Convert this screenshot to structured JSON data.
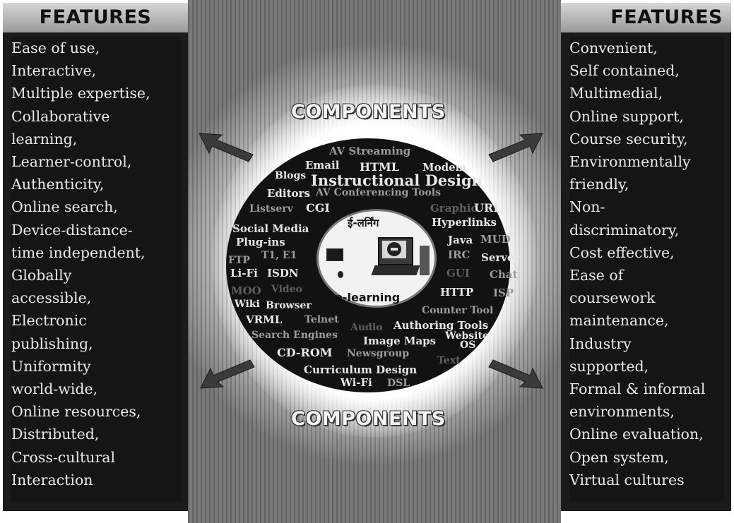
{
  "left_panel": {
    "heading": "FEATURES",
    "items": [
      "Ease of use,",
      "Interactive,",
      "Multiple expertise,",
      "Collaborative",
      "learning,",
      "Learner-control,",
      "Authenticity,",
      "Online search,",
      "Device-distance-",
      "time independent,",
      "Globally",
      "accessible,",
      "Electronic",
      "publishing,",
      "Uniformity",
      "world-wide,",
      "Online resources,",
      "Distributed,",
      "Cross-cultural",
      "Interaction"
    ]
  },
  "right_panel": {
    "heading": "FEATURES",
    "items": [
      "Convenient,",
      "Self contained,",
      "Multimedial,",
      "Online support,",
      "Course security,",
      "Environmentally",
      "friendly,",
      "Non-",
      "discriminatory,",
      "Cost effective,",
      "Ease of",
      "coursework",
      "maintenance,",
      "Industry",
      "supported,",
      "Formal & informal",
      "environments,",
      "Online evaluation,",
      "Open system,",
      "Virtual cultures"
    ]
  },
  "center": {
    "top_title": "COMPONENTS",
    "bottom_title": "COMPONENTS",
    "hub_script": "ई-लर्निंग",
    "hub_label": "e-learning",
    "words": [
      "AV Streaming",
      "Email",
      "HTML",
      "Modem",
      "Blogs",
      "Instructional Design",
      "Editors",
      "AV Conferencing Tools",
      "Listserv",
      "CGI",
      "Graphic",
      "URL",
      "Hyperlinks",
      "Social Media",
      "Java",
      "MUD",
      "Plug-ins",
      "IRC",
      "Server",
      "FTP",
      "T1, E1",
      "Li-Fi",
      "ISDN",
      "GUI",
      "Chat",
      "MOO",
      "Video",
      "HTTP",
      "ISP",
      "Wiki",
      "Browser",
      "Counter Tool",
      "VRML",
      "Telnet",
      "Audio",
      "Authoring Tools",
      "Search Engines",
      "Image Maps",
      "Website",
      "OS",
      "CD-ROM",
      "Newsgroup",
      "Text",
      "Curriculum Design",
      "Wi-Fi",
      "DSL"
    ]
  }
}
